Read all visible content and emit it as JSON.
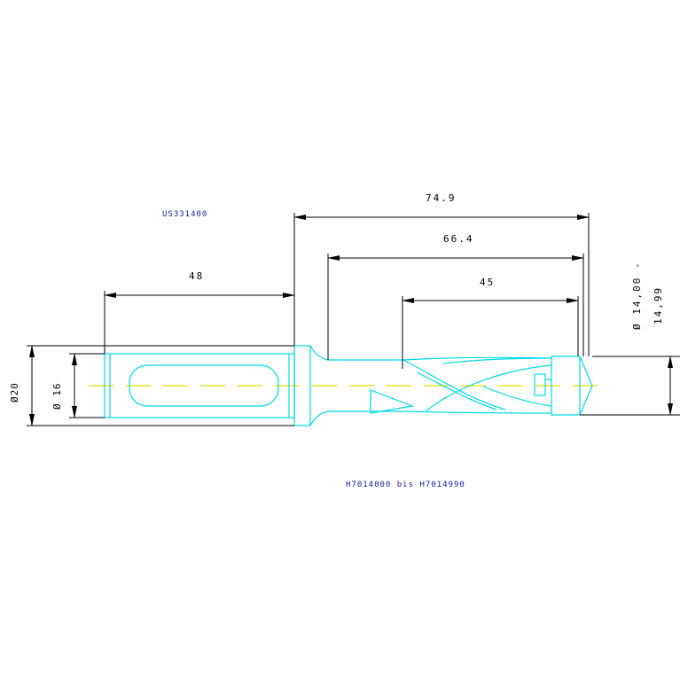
{
  "drawing": {
    "part_number_top": "US331400",
    "part_number_bottom": "H7014000 bis H7014990",
    "dimensions": {
      "overall_length": "74.9",
      "flute_length": "66.4",
      "cutting_length": "45",
      "shank_length": "48",
      "diameter_collar": "Ø20",
      "diameter_shank": "Ø 16",
      "diameter_tip_line1": "Ø 14,00 -",
      "diameter_tip_line2": "14,99"
    },
    "colors": {
      "outline": "#00d8e8",
      "dimension": "#000000",
      "centerline": "#e8e000",
      "label": "#1a1aa8"
    }
  }
}
